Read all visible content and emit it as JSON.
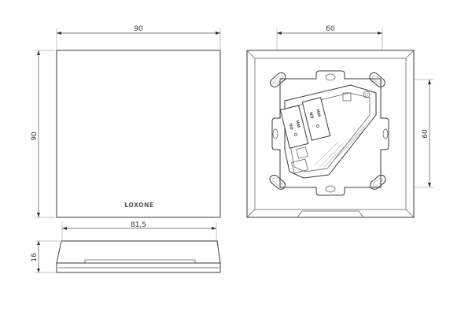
{
  "dimensions": {
    "front_width": "90",
    "front_height": "90",
    "back_slot_spacing_h": "60",
    "back_slot_spacing_v": "60",
    "side_width": "81,5",
    "side_height": "16"
  },
  "logo": {
    "text": "LOXONE"
  },
  "terminals": [
    {
      "top": "OG",
      "bottom": "WH"
    },
    {
      "top": "GN",
      "bottom": "WH"
    }
  ],
  "colors": {
    "line": "#3a3a3a",
    "background": "#ffffff"
  }
}
